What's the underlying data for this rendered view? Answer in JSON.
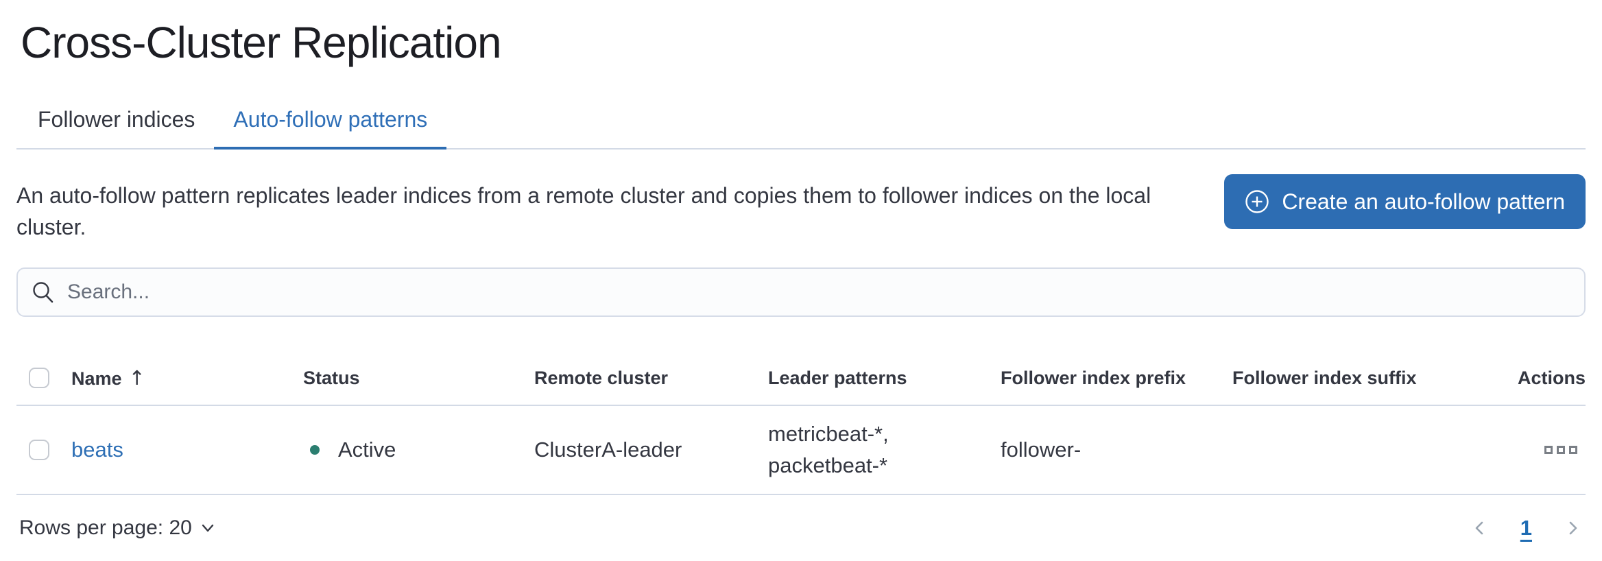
{
  "page": {
    "title": "Cross-Cluster Replication"
  },
  "tabs": [
    {
      "label": "Follower indices",
      "active": false
    },
    {
      "label": "Auto-follow patterns",
      "active": true
    }
  ],
  "description": {
    "text": "An auto-follow pattern replicates leader indices from a remote cluster and copies them to follower indices on the local cluster."
  },
  "create_button": {
    "label": "Create an auto-follow pattern",
    "icon": "plus-in-circle-icon"
  },
  "search": {
    "placeholder": "Search...",
    "icon": "search-icon"
  },
  "table": {
    "columns": [
      "Name",
      "Status",
      "Remote cluster",
      "Leader patterns",
      "Follower index prefix",
      "Follower index suffix",
      "Actions"
    ],
    "sort": {
      "column": "Name",
      "direction": "ascending",
      "arrow": "↑"
    },
    "rows": [
      {
        "name": "beats",
        "status": "Active",
        "remote_cluster": "ClusterA-leader",
        "leader_patterns": [
          "metricbeat-*,",
          "packetbeat-*"
        ],
        "follower_index_prefix": "follower-",
        "follower_index_suffix": ""
      }
    ]
  },
  "footer": {
    "rows_per_page_label": "Rows per page: 20",
    "pagination": {
      "current_page": "1"
    }
  },
  "colors": {
    "primary_button": "#2d6db3",
    "link": "#2e6fb5",
    "tab_active": "#2f6fb7",
    "success_dot": "#2b7e70",
    "border": "#d3dae6",
    "text": "#343741",
    "muted_text": "#69707d",
    "search_background": "#fbfcfd"
  }
}
